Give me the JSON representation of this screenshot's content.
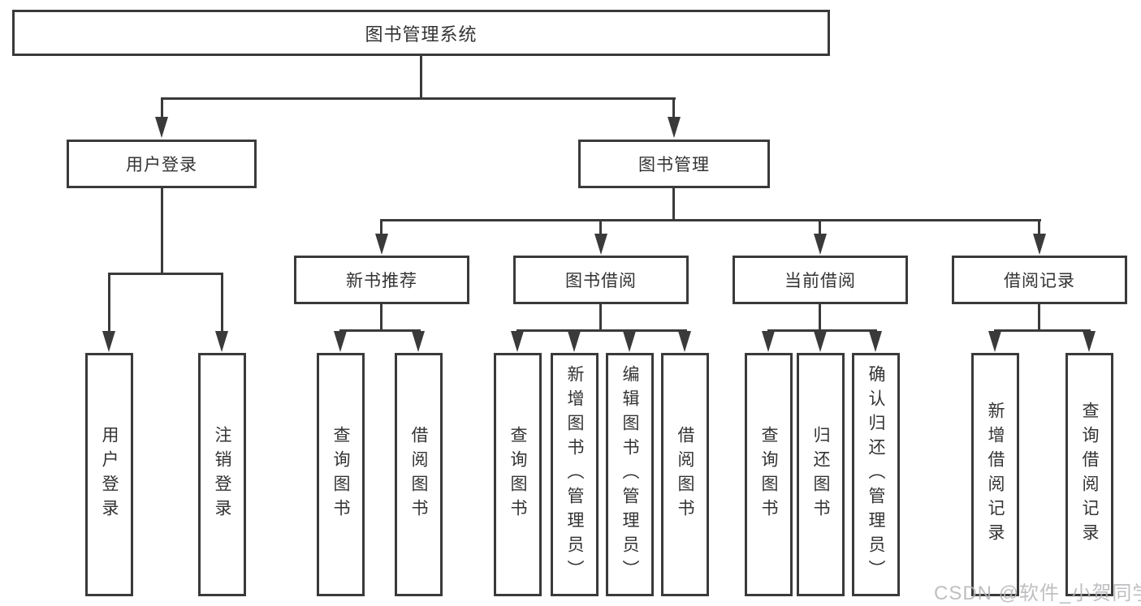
{
  "diagram": {
    "root": {
      "label": "图书管理系统"
    },
    "level2": [
      {
        "id": "user-login",
        "label": "用户登录"
      },
      {
        "id": "book-management",
        "label": "图书管理"
      }
    ],
    "level3": [
      {
        "id": "new-book-recommendation",
        "label": "新书推荐"
      },
      {
        "id": "book-borrowing",
        "label": "图书借阅"
      },
      {
        "id": "current-borrowing",
        "label": "当前借阅"
      },
      {
        "id": "borrowing-records",
        "label": "借阅记录"
      }
    ],
    "leaves": [
      {
        "parent": "user-login",
        "label": "用户登录"
      },
      {
        "parent": "user-login",
        "label": "注销登录"
      },
      {
        "parent": "new-book-recommendation",
        "label": "查询图书"
      },
      {
        "parent": "new-book-recommendation",
        "label": "借阅图书"
      },
      {
        "parent": "book-borrowing",
        "label": "查询图书"
      },
      {
        "parent": "book-borrowing",
        "label": "新增图书（管理员）"
      },
      {
        "parent": "book-borrowing",
        "label": "编辑图书（管理员）"
      },
      {
        "parent": "book-borrowing",
        "label": "借阅图书"
      },
      {
        "parent": "current-borrowing",
        "label": "查询图书"
      },
      {
        "parent": "current-borrowing",
        "label": "归还图书"
      },
      {
        "parent": "current-borrowing",
        "label": "确认归还（管理员）"
      },
      {
        "parent": "borrowing-records",
        "label": "新增借阅记录"
      },
      {
        "parent": "borrowing-records",
        "label": "查询借阅记录"
      }
    ]
  },
  "watermark": {
    "text": "CSDN @软件_小贺同学"
  },
  "colors": {
    "line": "#3a3a3a",
    "text": "#333333",
    "watermark": "#b4b4b8",
    "background": "#ffffff"
  }
}
